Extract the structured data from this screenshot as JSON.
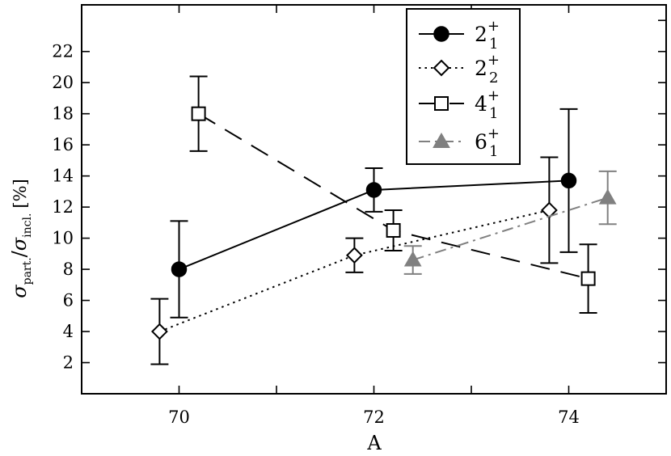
{
  "chart_data": {
    "type": "scatter",
    "xlabel": "A",
    "ylabel": {
      "main": "σ",
      "num_sub": "part.",
      "slash": "/",
      "den_main": "σ",
      "den_sub": "incl.",
      "unit": "[%]"
    },
    "xlim": [
      69,
      75
    ],
    "ylim": [
      0,
      25
    ],
    "x_ticks": [
      70,
      72,
      74
    ],
    "x_minor_ticks": [
      69,
      70,
      71,
      72,
      73,
      74,
      75
    ],
    "y_ticks": [
      2,
      4,
      6,
      8,
      10,
      12,
      14,
      16,
      18,
      20,
      22
    ],
    "y_ticks_right": [
      2,
      4,
      6,
      8,
      10,
      12,
      14,
      16,
      18,
      20,
      22,
      24
    ],
    "grid": false,
    "legend_position": "top-right",
    "series": [
      {
        "name": "2",
        "sub": "1",
        "sup": "+",
        "marker": "circle-filled",
        "line": "solid",
        "color": "#000000",
        "x": [
          70,
          72,
          74
        ],
        "y": [
          8.0,
          13.1,
          13.7
        ],
        "err_low": [
          3.1,
          1.4,
          4.6
        ],
        "err_high": [
          3.1,
          1.4,
          4.6
        ]
      },
      {
        "name": "2",
        "sub": "2",
        "sup": "+",
        "marker": "diamond-open",
        "line": "dotted",
        "color": "#000000",
        "x": [
          69.8,
          71.8,
          73.8
        ],
        "y": [
          4.0,
          8.9,
          11.8
        ],
        "err_low": [
          2.1,
          1.1,
          3.4
        ],
        "err_high": [
          2.1,
          1.1,
          3.4
        ]
      },
      {
        "name": "4",
        "sub": "1",
        "sup": "+",
        "marker": "square-open",
        "line": "dashed",
        "color": "#000000",
        "x": [
          70.2,
          72.2,
          74.2
        ],
        "y": [
          18.0,
          10.5,
          7.4
        ],
        "err_low": [
          2.4,
          1.3,
          2.2
        ],
        "err_high": [
          2.4,
          1.3,
          2.2
        ]
      },
      {
        "name": "6",
        "sub": "1",
        "sup": "+",
        "marker": "triangle-filled",
        "line": "dash-dot",
        "color": "#808080",
        "x": [
          72.4,
          74.4
        ],
        "y": [
          8.6,
          12.6
        ],
        "err_low": [
          0.9,
          1.7
        ],
        "err_high": [
          0.9,
          1.7
        ]
      }
    ]
  }
}
